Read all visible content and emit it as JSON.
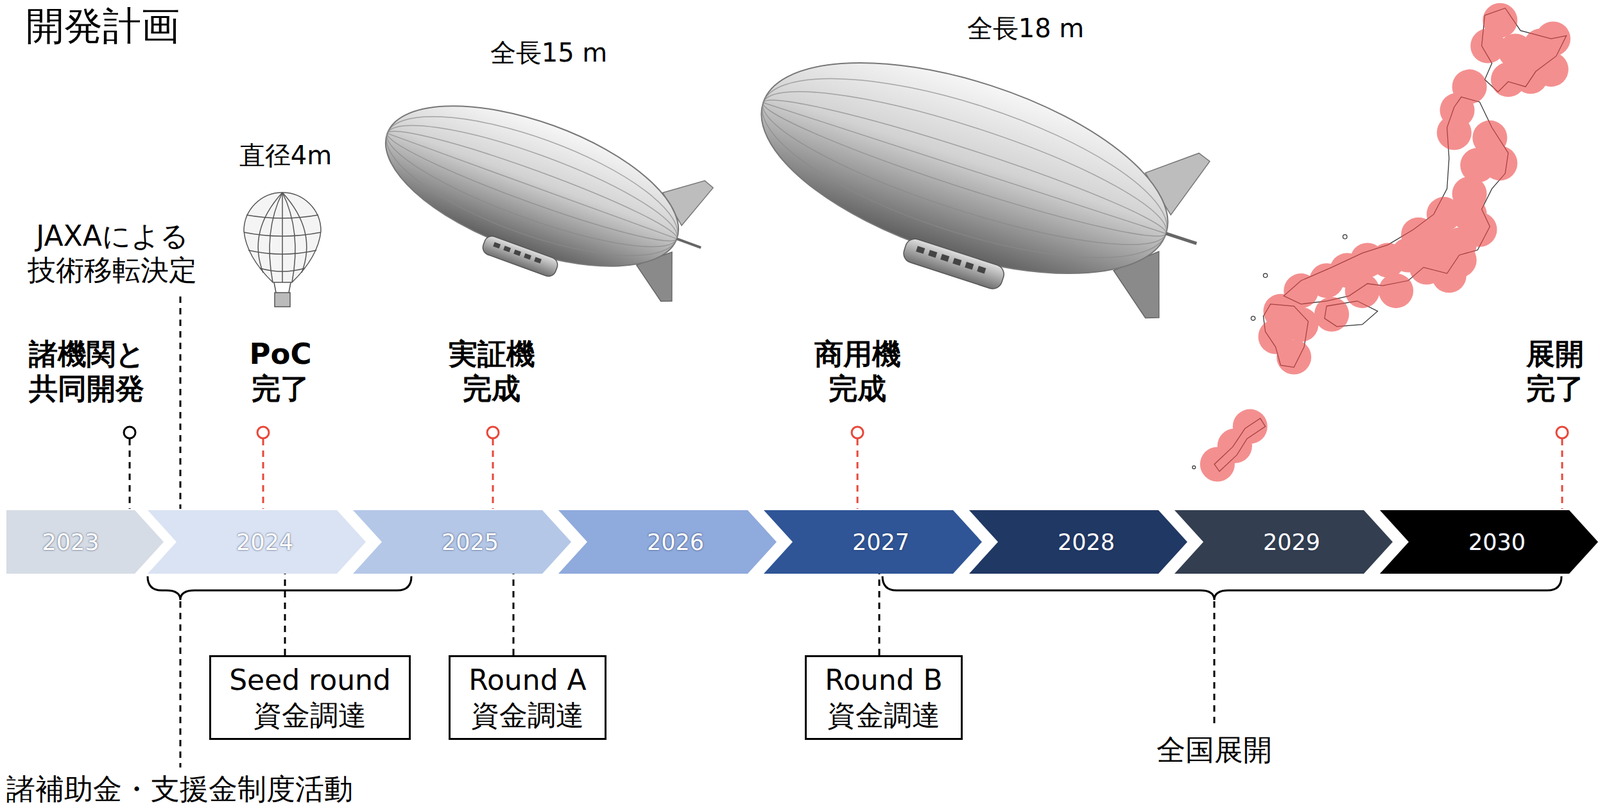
{
  "diagram": {
    "title": "開発計画",
    "nodes": [
      {
        "text": [
          "2023"
        ]
      },
      {
        "text": [
          "2024"
        ]
      },
      {
        "text": [
          "2025"
        ]
      },
      {
        "text": [
          "2026"
        ]
      },
      {
        "text": [
          "2027"
        ]
      },
      {
        "text": [
          "2028"
        ]
      },
      {
        "text": [
          "2029"
        ]
      },
      {
        "text": [
          "2030"
        ]
      },
      {
        "text": [
          "Seed round",
          "資金調達"
        ]
      },
      {
        "text": [
          "Round A",
          "資金調達"
        ]
      },
      {
        "text": [
          "Round B",
          "資金調達"
        ]
      }
    ],
    "edges": [
      {
        "from": 8,
        "to": 1,
        "arrow": "none"
      },
      {
        "from": 9,
        "to": 2,
        "arrow": "none"
      },
      {
        "from": 10,
        "to": 4,
        "arrow": "none"
      }
    ],
    "labels": [
      "全長15 m",
      "全長18 m",
      "直径4m",
      "JAXAによる 技術移転決定",
      "諸機関と 共同開発",
      "PoC 完了",
      "実証機 完成",
      "商用機 完成",
      "展開 完了",
      "諸補助金・支援金制度活動",
      "全国展開"
    ]
  }
}
